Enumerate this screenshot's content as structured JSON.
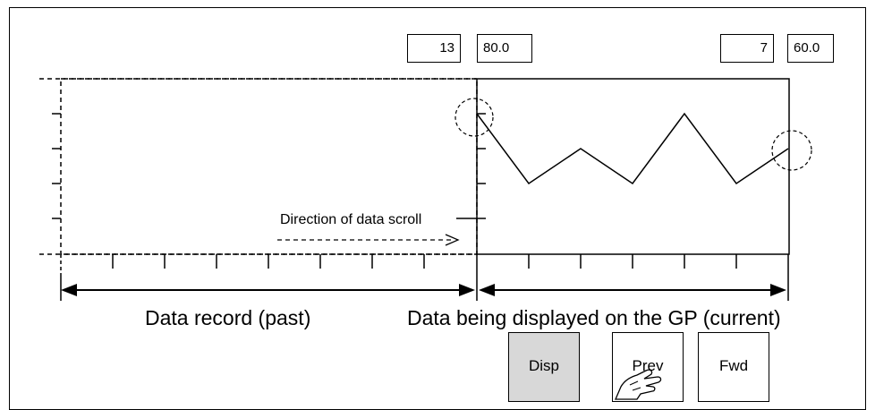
{
  "counters": {
    "left_count": "13",
    "left_value": "80.0",
    "right_count": "7",
    "right_value": "60.0"
  },
  "scroll_label": "Direction of data scroll",
  "captions": {
    "past": "Data record (past)",
    "current": "Data being displayed on the GP (current)"
  },
  "buttons": {
    "disp": "Disp",
    "prev": "Prev",
    "fwd": "Fwd"
  },
  "icons": {
    "pointer": "pointing-hand-icon"
  }
}
